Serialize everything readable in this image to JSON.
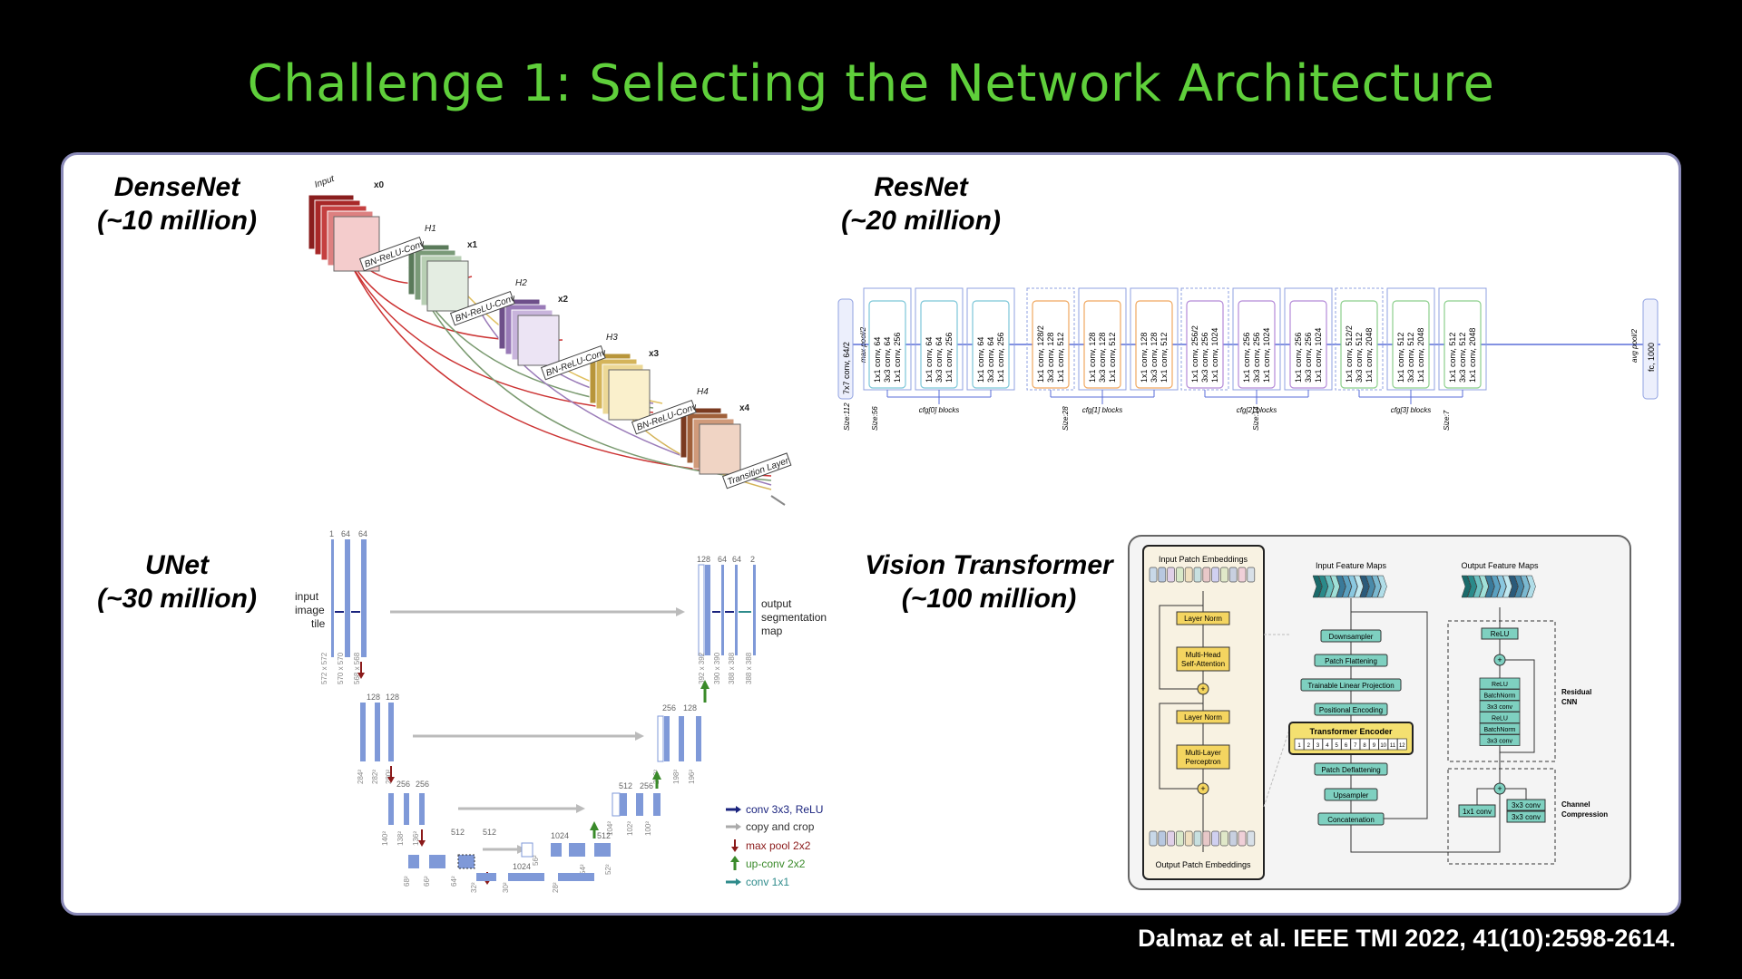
{
  "slide": {
    "title": "Challenge 1:  Selecting the Network Architecture",
    "citation": "Dalmaz et al. IEEE TMI 2022, 41(10):2598-2614."
  },
  "models": [
    {
      "name": "DenseNet",
      "params": "(~10 million)"
    },
    {
      "name": "ResNet",
      "params": "(~20 million)"
    },
    {
      "name": "UNet",
      "params": "(~30 million)"
    },
    {
      "name": "Vision Transformer",
      "params": "(~100 million)"
    }
  ],
  "densenet": {
    "input": "Input",
    "x0": "x0",
    "x1": "x1",
    "x2": "x2",
    "x3": "x3",
    "x4": "x4",
    "h1": "H1",
    "h2": "H2",
    "h3": "H3",
    "h4": "H4",
    "bn": "BN-ReLU-Conv",
    "transition": "Transition Layer",
    "colors": [
      "#b03030",
      "#6e8f6a",
      "#8e6fa8",
      "#c9a75a",
      "#a0603a"
    ]
  },
  "resnet": {
    "stem": "7x7 conv, 64/2",
    "size112": "Size:112",
    "maxpool": "max pool/2",
    "size56": "Size:56",
    "size28": "Size:28",
    "size14": "Size:14",
    "size7": "Size:7",
    "avgpool": "avg pool/2",
    "fc": "fc, 1000",
    "groups": [
      {
        "label": "cfg[0] blocks",
        "color": "#7cc6d8",
        "blocks": [
          [
            "1x1 conv, 64",
            "3x3 conv, 64",
            "1x1 conv, 256"
          ],
          [
            "1x1 conv, 64",
            "3x3 conv, 64",
            "1x1 conv, 256"
          ],
          [
            "1x1 conv, 64",
            "3x3 conv, 64",
            "1x1 conv, 256"
          ]
        ]
      },
      {
        "label": "cfg[1] blocks",
        "color": "#f0a860",
        "blocks": [
          [
            "1x1 conv, 128/2",
            "3x3 conv, 128",
            "1x1 conv, 512"
          ],
          [
            "1x1 conv, 128",
            "3x3 conv, 128",
            "1x1 conv, 512"
          ],
          [
            "1x1 conv, 128",
            "3x3 conv, 128",
            "1x1 conv, 512"
          ]
        ]
      },
      {
        "label": "cfg[2] blocks",
        "color": "#b48ad8",
        "blocks": [
          [
            "1x1 conv, 256/2",
            "3x3 conv, 256",
            "1x1 conv, 1024"
          ],
          [
            "1x1 conv, 256",
            "3x3 conv, 256",
            "1x1 conv, 1024"
          ],
          [
            "1x1 conv, 256",
            "3x3 conv, 256",
            "1x1 conv, 1024"
          ]
        ]
      },
      {
        "label": "cfg[3] blocks",
        "color": "#8ccf8c",
        "blocks": [
          [
            "1x1 conv, 512/2",
            "3x3 conv, 512",
            "1x1 conv, 2048"
          ],
          [
            "1x1 conv, 512",
            "3x3 conv, 512",
            "1x1 conv, 2048"
          ],
          [
            "1x1 conv, 512",
            "3x3 conv, 512",
            "1x1 conv, 2048"
          ]
        ]
      }
    ]
  },
  "unet": {
    "c1": "1",
    "c64a": "64",
    "c64b": "64",
    "input_tile": [
      "input",
      "image",
      "tile"
    ],
    "output_map": [
      "output",
      "segmentation",
      "map"
    ],
    "s572": "572 x 572",
    "s570": "570 x 570",
    "s568": "568 x 568",
    "c128a": "128",
    "c128b": "128",
    "s284": "284²",
    "s282": "282²",
    "s280": "280²",
    "c256a": "256",
    "c256b": "256",
    "s140": "140²",
    "s138": "138²",
    "s136": "136²",
    "c512a": "512",
    "c512b": "512",
    "s68": "68²",
    "s66": "66²",
    "s64": "64²",
    "c1024a": "1024",
    "c1024b": "1024",
    "s32": "32²",
    "s30": "30²",
    "s28": "28²",
    "d512l": "512",
    "d512r": "512",
    "d256": "256",
    "d56": "56²",
    "d54": "54²",
    "d52": "52²",
    "u512": "512",
    "u256": "256",
    "s104": "104²",
    "s102": "102²",
    "s100": "100²",
    "v256": "256",
    "v128": "128",
    "s200": "200²",
    "s198": "198²",
    "s196": "196²",
    "o128": "128",
    "o64a": "64",
    "o64b": "64",
    "o2": "2",
    "s392": "392 x 392",
    "s390": "390 x 390",
    "s388a": "388 x 388",
    "s388b": "388 x 388",
    "legend": [
      {
        "label": "conv 3x3, ReLU",
        "color": "#1a237e"
      },
      {
        "label": "copy and crop",
        "color": "#aaaaaa"
      },
      {
        "label": "max pool 2x2",
        "color": "#8b1a1a"
      },
      {
        "label": "up-conv 2x2",
        "color": "#3a8a2a"
      },
      {
        "label": "conv 1x1",
        "color": "#2e8b8b"
      }
    ]
  },
  "vit": {
    "input_patch": "Input Patch Embeddings",
    "output_patch": "Output Patch Embeddings",
    "layer_norm_1": "Layer Norm",
    "mhsa": [
      "Multi-Head",
      "Self-Attention"
    ],
    "layer_norm_2": "Layer Norm",
    "mlp": [
      "Multi-Layer",
      "Perceptron"
    ],
    "input_fmaps": "Input Feature Maps",
    "output_fmaps": "Output Feature Maps",
    "downsampler": "Downsampler",
    "patch_flattening": "Patch Flattening",
    "linear_projection": "Trainable Linear Projection",
    "positional_encoding": "Positional Encoding",
    "transformer_encoder": "Transformer Encoder",
    "encoder_cells": [
      "1",
      "2",
      "3",
      "4",
      "5",
      "6",
      "7",
      "8",
      "9",
      "10",
      "11",
      "12"
    ],
    "patch_deflattening": "Patch Deflattening",
    "upsampler": "Upsampler",
    "concatenation": "Concatenation",
    "relu_top": "ReLU",
    "cnn_layers": [
      "ReLU",
      "BatchNorm",
      "3x3 conv",
      "ReLU",
      "BatchNorm",
      "3x3 conv"
    ],
    "residual_cnn": [
      "Residual",
      "CNN"
    ],
    "conv1x1": "1x1 conv",
    "conv3x3a": "3x3 conv",
    "conv3x3b": "3x3 conv",
    "channel_compression": [
      "Channel",
      "Compression"
    ]
  }
}
